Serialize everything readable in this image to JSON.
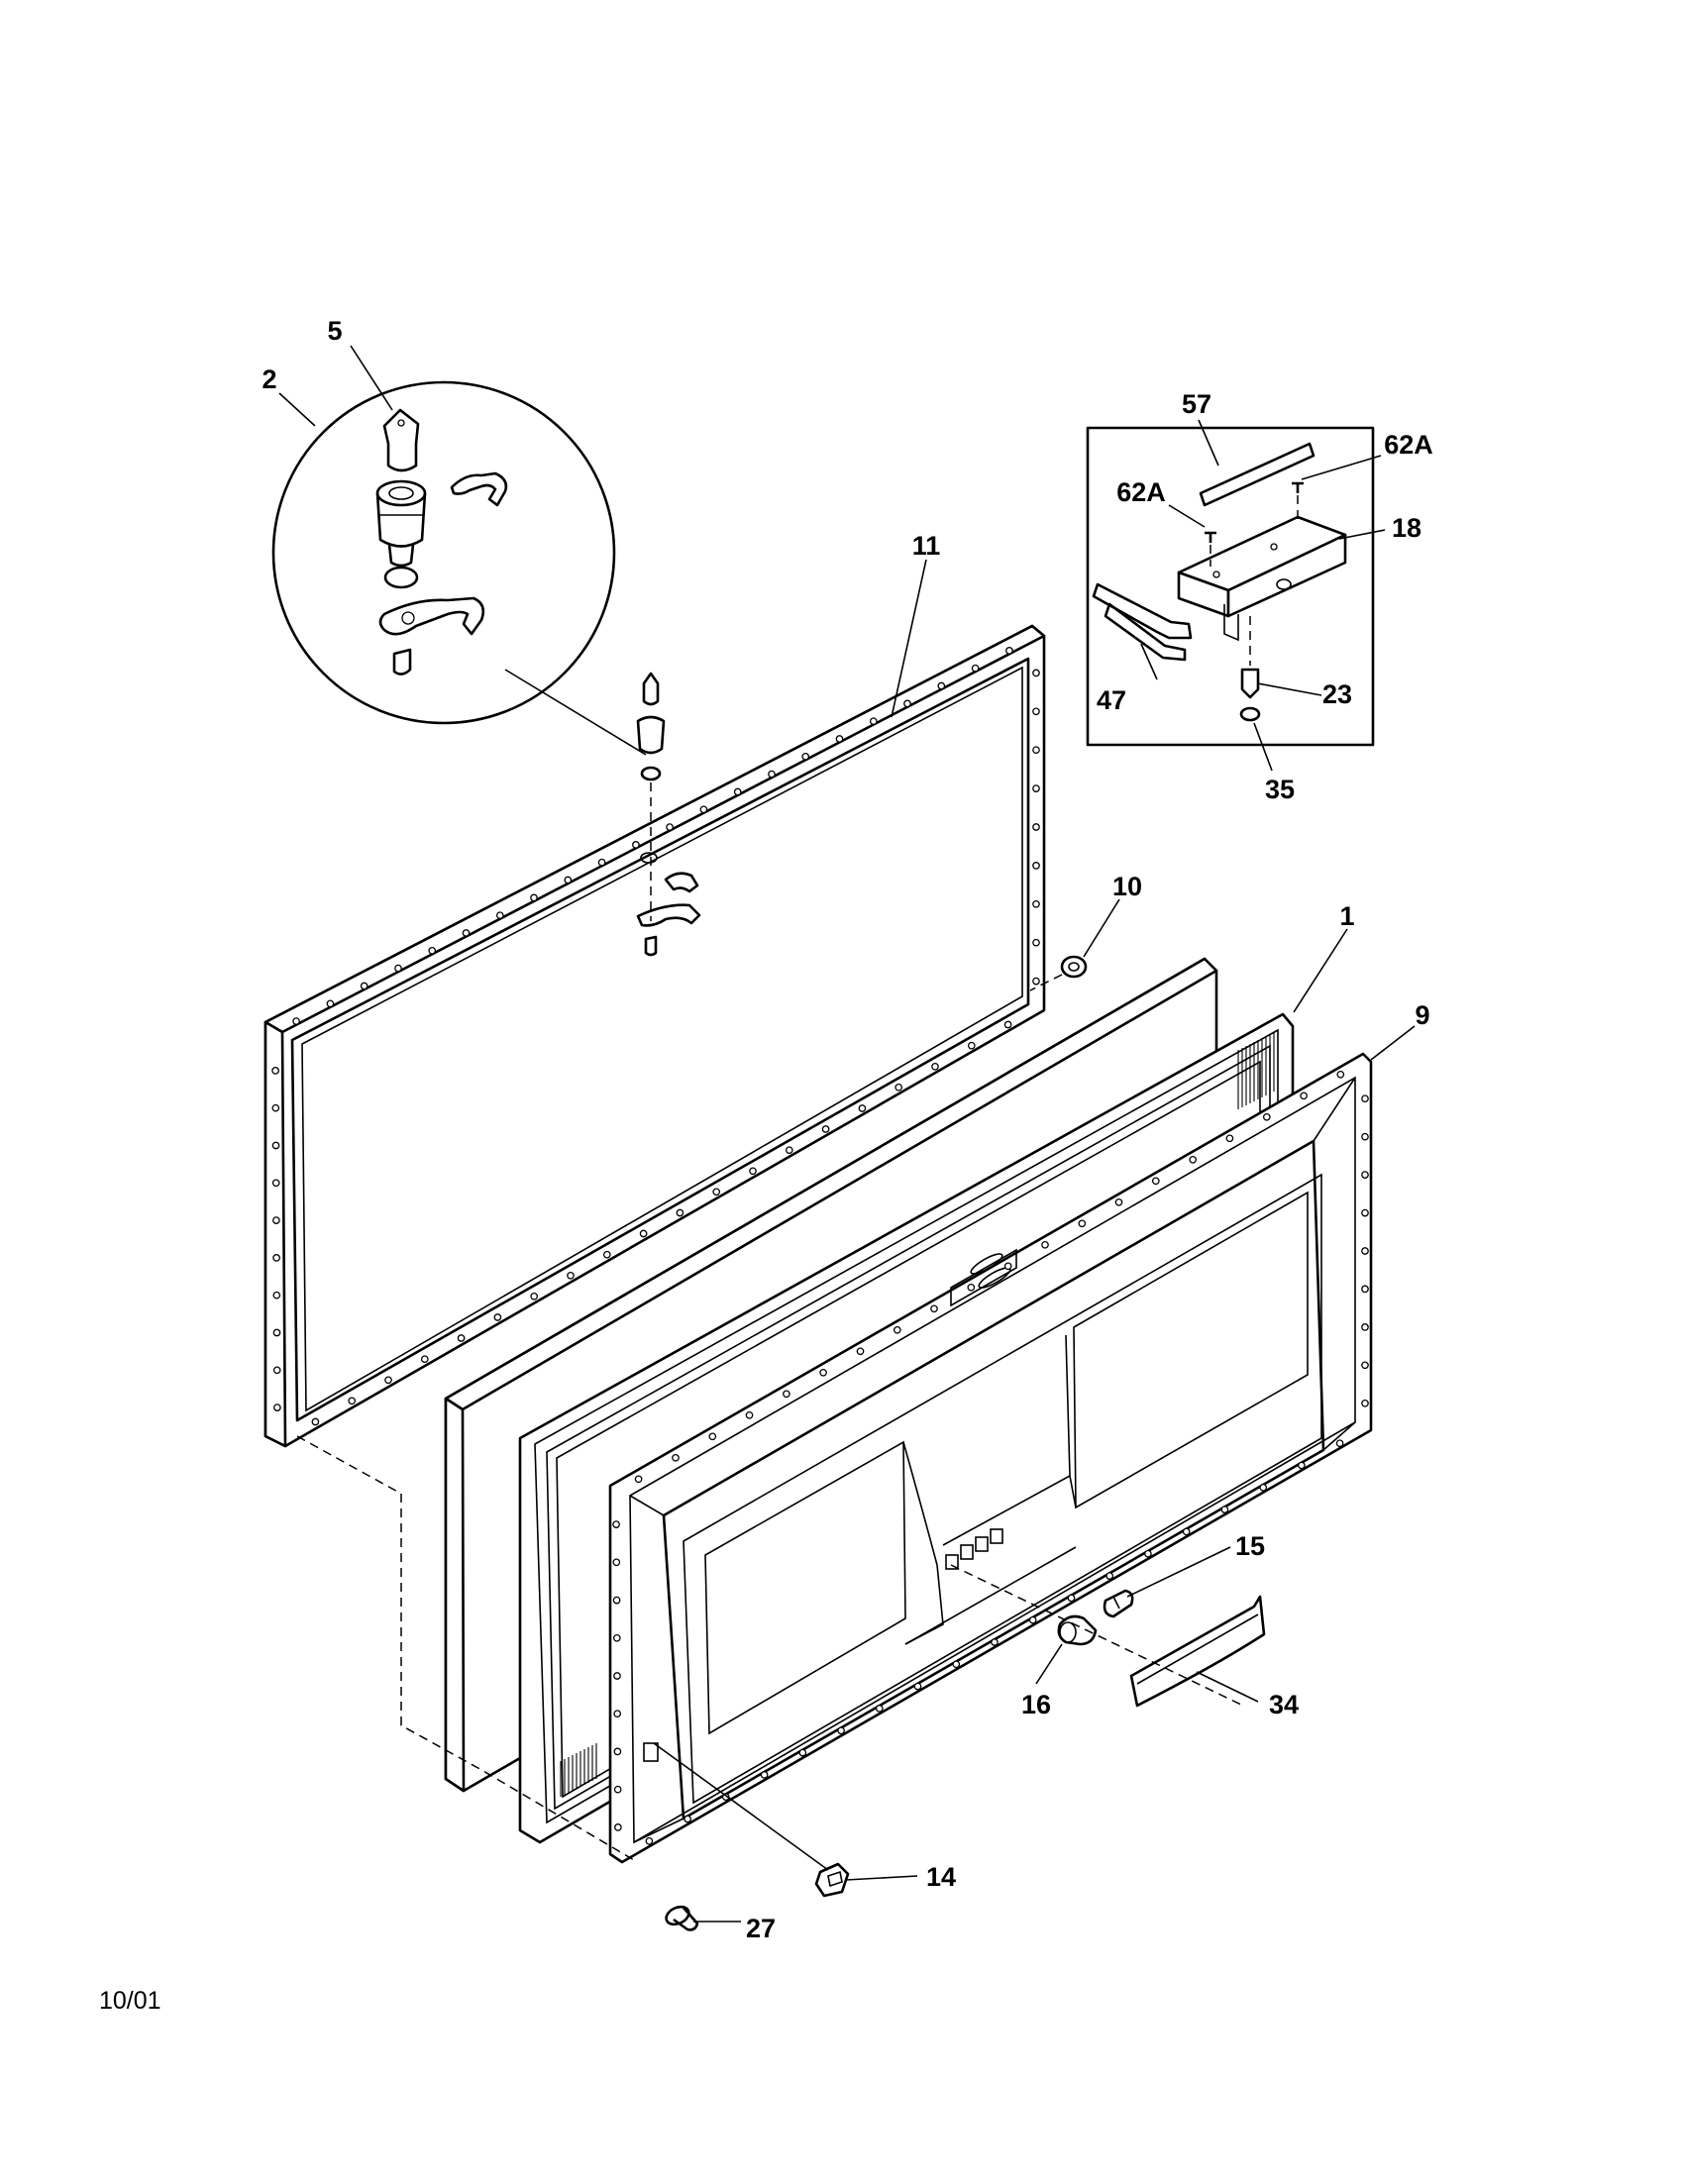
{
  "diagram": {
    "callouts": {
      "c5": "5",
      "c2": "2",
      "c11": "11",
      "c57": "57",
      "c62a_top": "62A",
      "c62a_left": "62A",
      "c18": "18",
      "c47": "47",
      "c23": "23",
      "c35": "35",
      "c10": "10",
      "c1": "1",
      "c9": "9",
      "c15": "15",
      "c16": "16",
      "c34": "34",
      "c14": "14",
      "c27": "27"
    },
    "footer_date": "10/01"
  }
}
